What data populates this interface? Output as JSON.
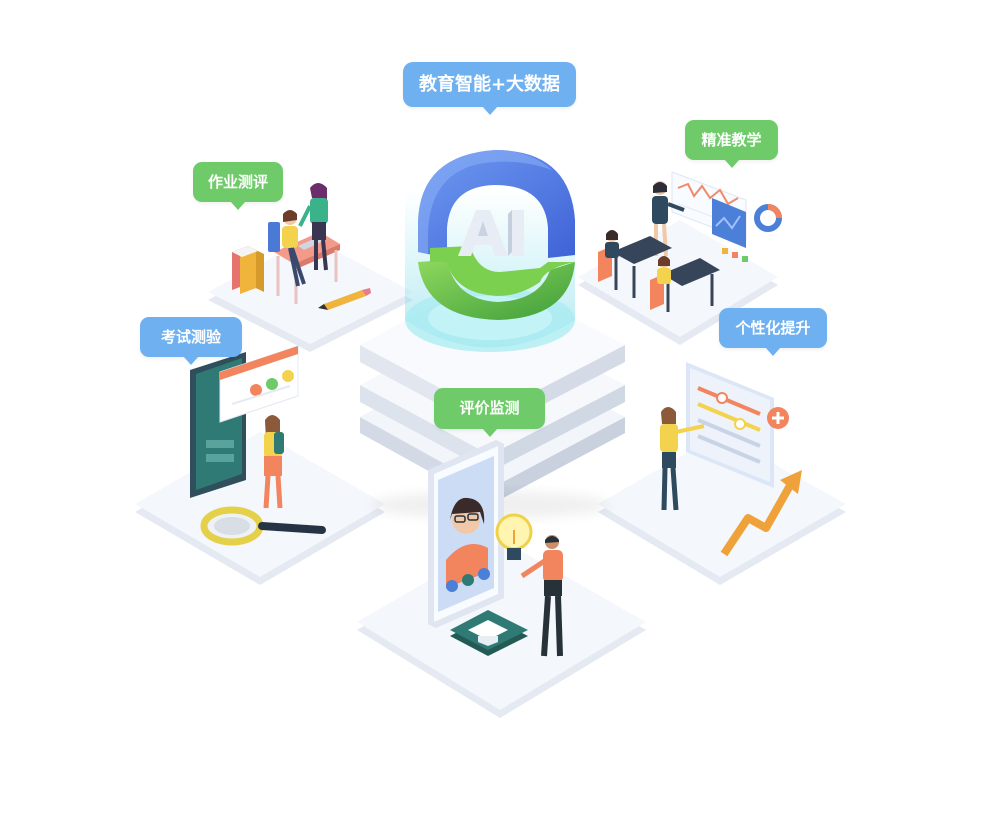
{
  "title": "教育智能+大数据",
  "center": {
    "logo_text": "AI"
  },
  "modules": [
    {
      "label": "作业测评",
      "style": "green"
    },
    {
      "label": "精准教学",
      "style": "green"
    },
    {
      "label": "考试测验",
      "style": "blue"
    },
    {
      "label": "个性化提升",
      "style": "blue"
    },
    {
      "label": "评价监测",
      "style": "green"
    }
  ],
  "colors": {
    "bubble_green": "#6fcb6a",
    "bubble_blue": "#6fb0f0",
    "platform_top": "#f3f6fb",
    "platform_side": "#e4e9f2",
    "logo_blue": "#4f7ee8",
    "logo_green": "#5cbf45",
    "accent_orange": "#f0a23a",
    "accent_salmon": "#f2845e",
    "accent_teal": "#2f7a74"
  },
  "icons": [
    "ai-logo-icon",
    "magnifier-icon",
    "lightbulb-icon",
    "graduation-cap-icon",
    "trend-arrow-icon",
    "pencil-icon",
    "donut-chart-icon"
  ]
}
